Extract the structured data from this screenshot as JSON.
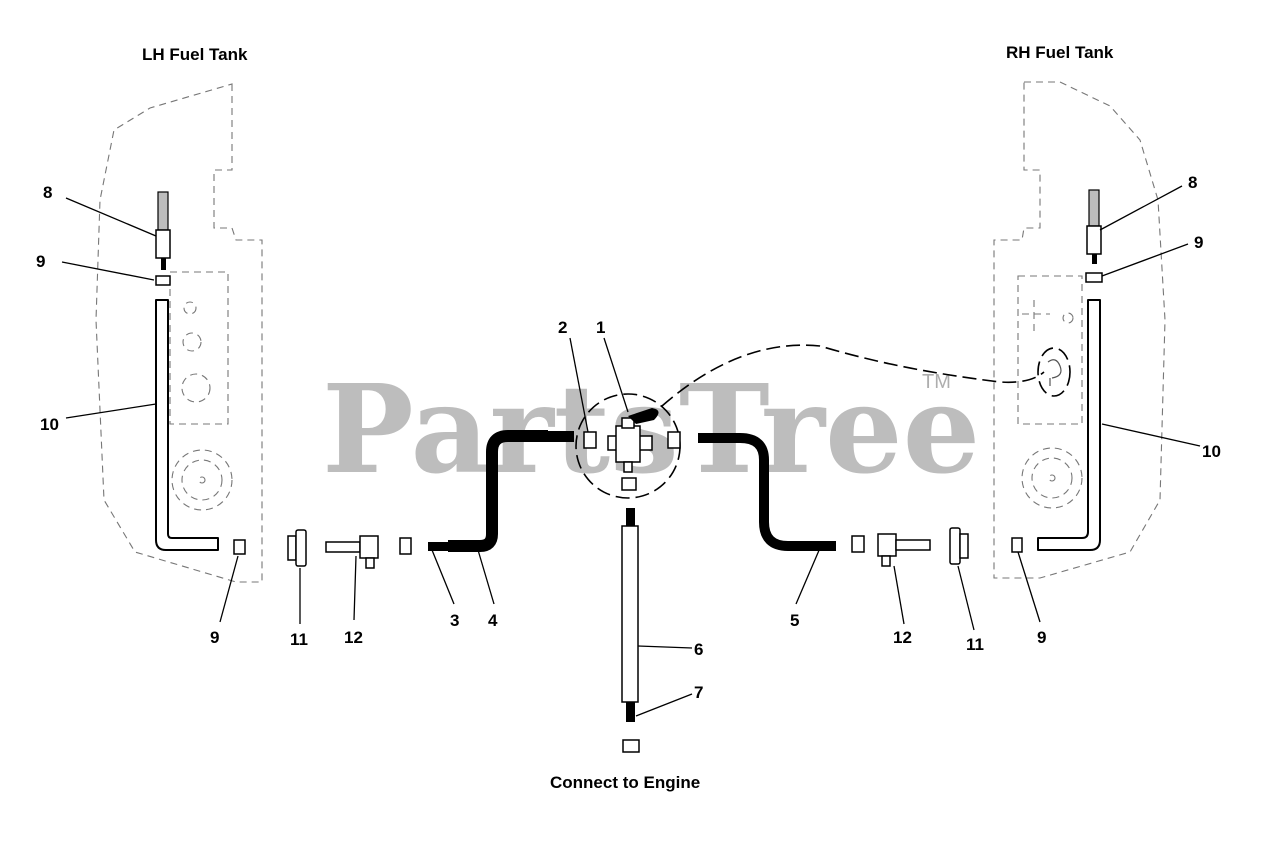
{
  "titles": {
    "lh_tank": "LH Fuel Tank",
    "rh_tank": "RH Fuel Tank",
    "engine": "Connect to Engine"
  },
  "watermark": {
    "text": "PartsTree",
    "tm": "TM"
  },
  "callouts": {
    "c1": "1",
    "c2": "2",
    "c3": "3",
    "c4": "4",
    "c5": "5",
    "c6": "6",
    "c7": "7",
    "c8_left": "8",
    "c8_right": "8",
    "c9_left_top": "9",
    "c9_left_bottom": "9",
    "c9_right_top": "9",
    "c9_right_bottom": "9",
    "c10_left": "10",
    "c10_right": "10",
    "c11_left": "11",
    "c11_right": "11",
    "c12_left": "12",
    "c12_right": "12"
  }
}
